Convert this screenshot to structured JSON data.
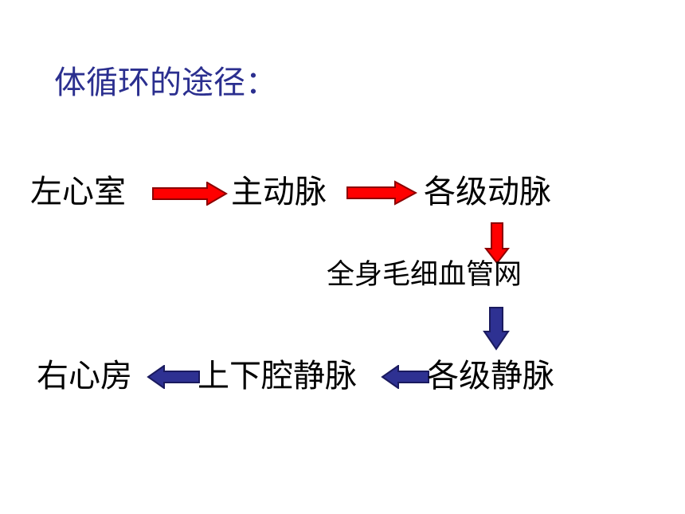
{
  "title": "体循环的途径：",
  "nodes": {
    "left_ventricle": "左心室",
    "aorta": "主动脉",
    "arteries": "各级动脉",
    "capillary_network": "全身毛细血管网",
    "veins": "各级静脉",
    "vena_cava": "上下腔静脉",
    "right_atrium": "右心房"
  },
  "colors": {
    "title": "#2b2f8f",
    "text": "#000000",
    "artery_arrow_fill": "#ff0000",
    "artery_arrow_stroke": "#8b0000",
    "vein_arrow_fill": "#2e3192",
    "vein_arrow_stroke": "#1a1a5e",
    "background": "#ffffff"
  },
  "icons": {
    "artery_arrow": "right-arrow-red",
    "down_artery_arrow": "down-arrow-red",
    "down_vein_arrow": "down-arrow-blue",
    "vein_arrow": "left-arrow-blue"
  }
}
